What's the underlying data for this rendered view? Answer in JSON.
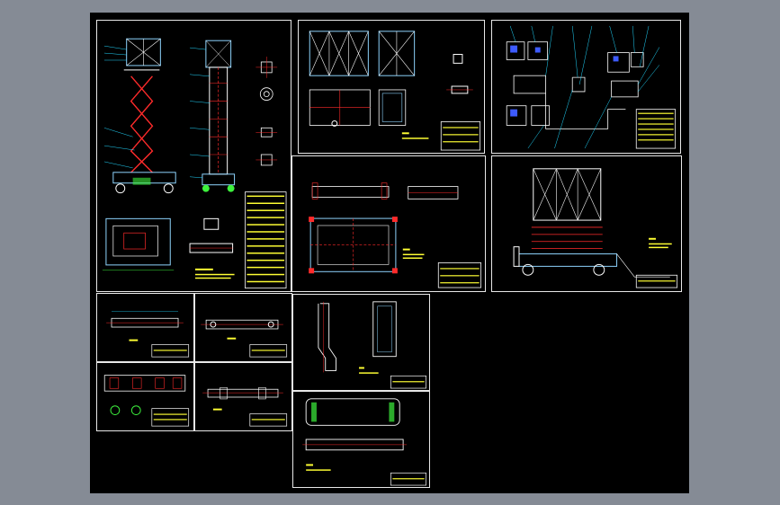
{
  "viewer": {
    "background_color": "#858b95",
    "canvas_color": "#000000",
    "sheet_border_color": "#e8e8e8"
  },
  "colors": {
    "frame": "#8fd5ff",
    "hidden": "#ff2b2b",
    "text": "#ffff33",
    "leader": "#22d8ff",
    "part": "#ffffff",
    "accent": "#3df23d"
  },
  "sheets": [
    {
      "id": "assembly-drawing",
      "kind": "scissor-lift-assembly"
    },
    {
      "id": "platform-parts",
      "kind": "platform-frame"
    },
    {
      "id": "hydraulic-schematic",
      "kind": "hydraulic-circuit"
    },
    {
      "id": "base-frame",
      "kind": "base-chassis"
    },
    {
      "id": "lift-general-view",
      "kind": "general-arrangement"
    },
    {
      "id": "arm-part-1",
      "kind": "scissor-arm"
    },
    {
      "id": "arm-part-2",
      "kind": "scissor-arm"
    },
    {
      "id": "arm-part-3",
      "kind": "scissor-arm"
    },
    {
      "id": "arm-part-4",
      "kind": "scissor-arm"
    },
    {
      "id": "bracket-part",
      "kind": "bracket"
    },
    {
      "id": "guardrail-part",
      "kind": "guardrail"
    }
  ]
}
